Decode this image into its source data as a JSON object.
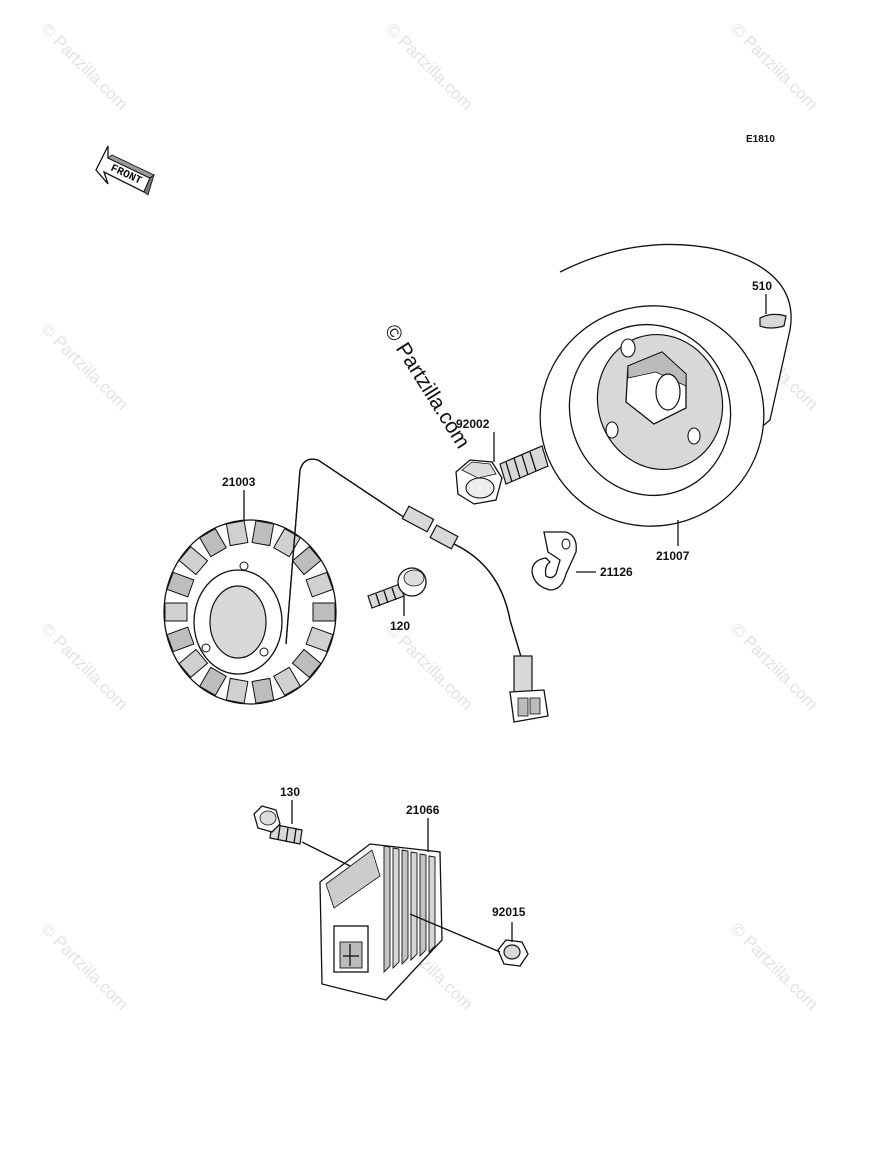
{
  "diagram": {
    "code": "E1810",
    "front_label": "FRONT",
    "center_watermark": "© Partzilla.com",
    "watermark": "© Partzilla.com",
    "parts": [
      {
        "id": "21003",
        "name": "stator"
      },
      {
        "id": "21007",
        "name": "flywheel-rotor"
      },
      {
        "id": "510",
        "name": "key"
      },
      {
        "id": "92002",
        "name": "flywheel-bolt"
      },
      {
        "id": "21126",
        "name": "wire-clamp"
      },
      {
        "id": "120",
        "name": "stator-bolt"
      },
      {
        "id": "130",
        "name": "regulator-bolt"
      },
      {
        "id": "21066",
        "name": "regulator-rectifier"
      },
      {
        "id": "92015",
        "name": "regulator-nut"
      }
    ]
  }
}
